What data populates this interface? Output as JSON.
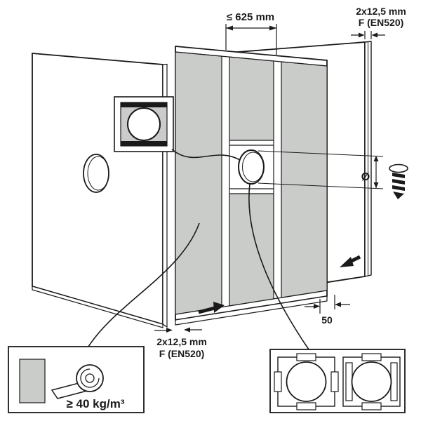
{
  "labels": {
    "stud_spacing": "≤ 625 mm",
    "board_layers_top": [
      "2x12,5 mm",
      "F (EN520)"
    ],
    "board_layers_bottom": [
      "2x12,5 mm",
      "F (EN520)"
    ],
    "offset_50": "50",
    "diameter": "Ø",
    "insulation_density": "≥ 40 kg/m³"
  },
  "icons": {
    "drill": "drill-bit-icon",
    "insulation_roll": "insulation-roll-icon",
    "assembly_arrows": "assembly-arrow-icon"
  },
  "colors": {
    "panel_fill": "#c9ccc8",
    "line": "#1a1a1a",
    "background": "#ffffff"
  }
}
